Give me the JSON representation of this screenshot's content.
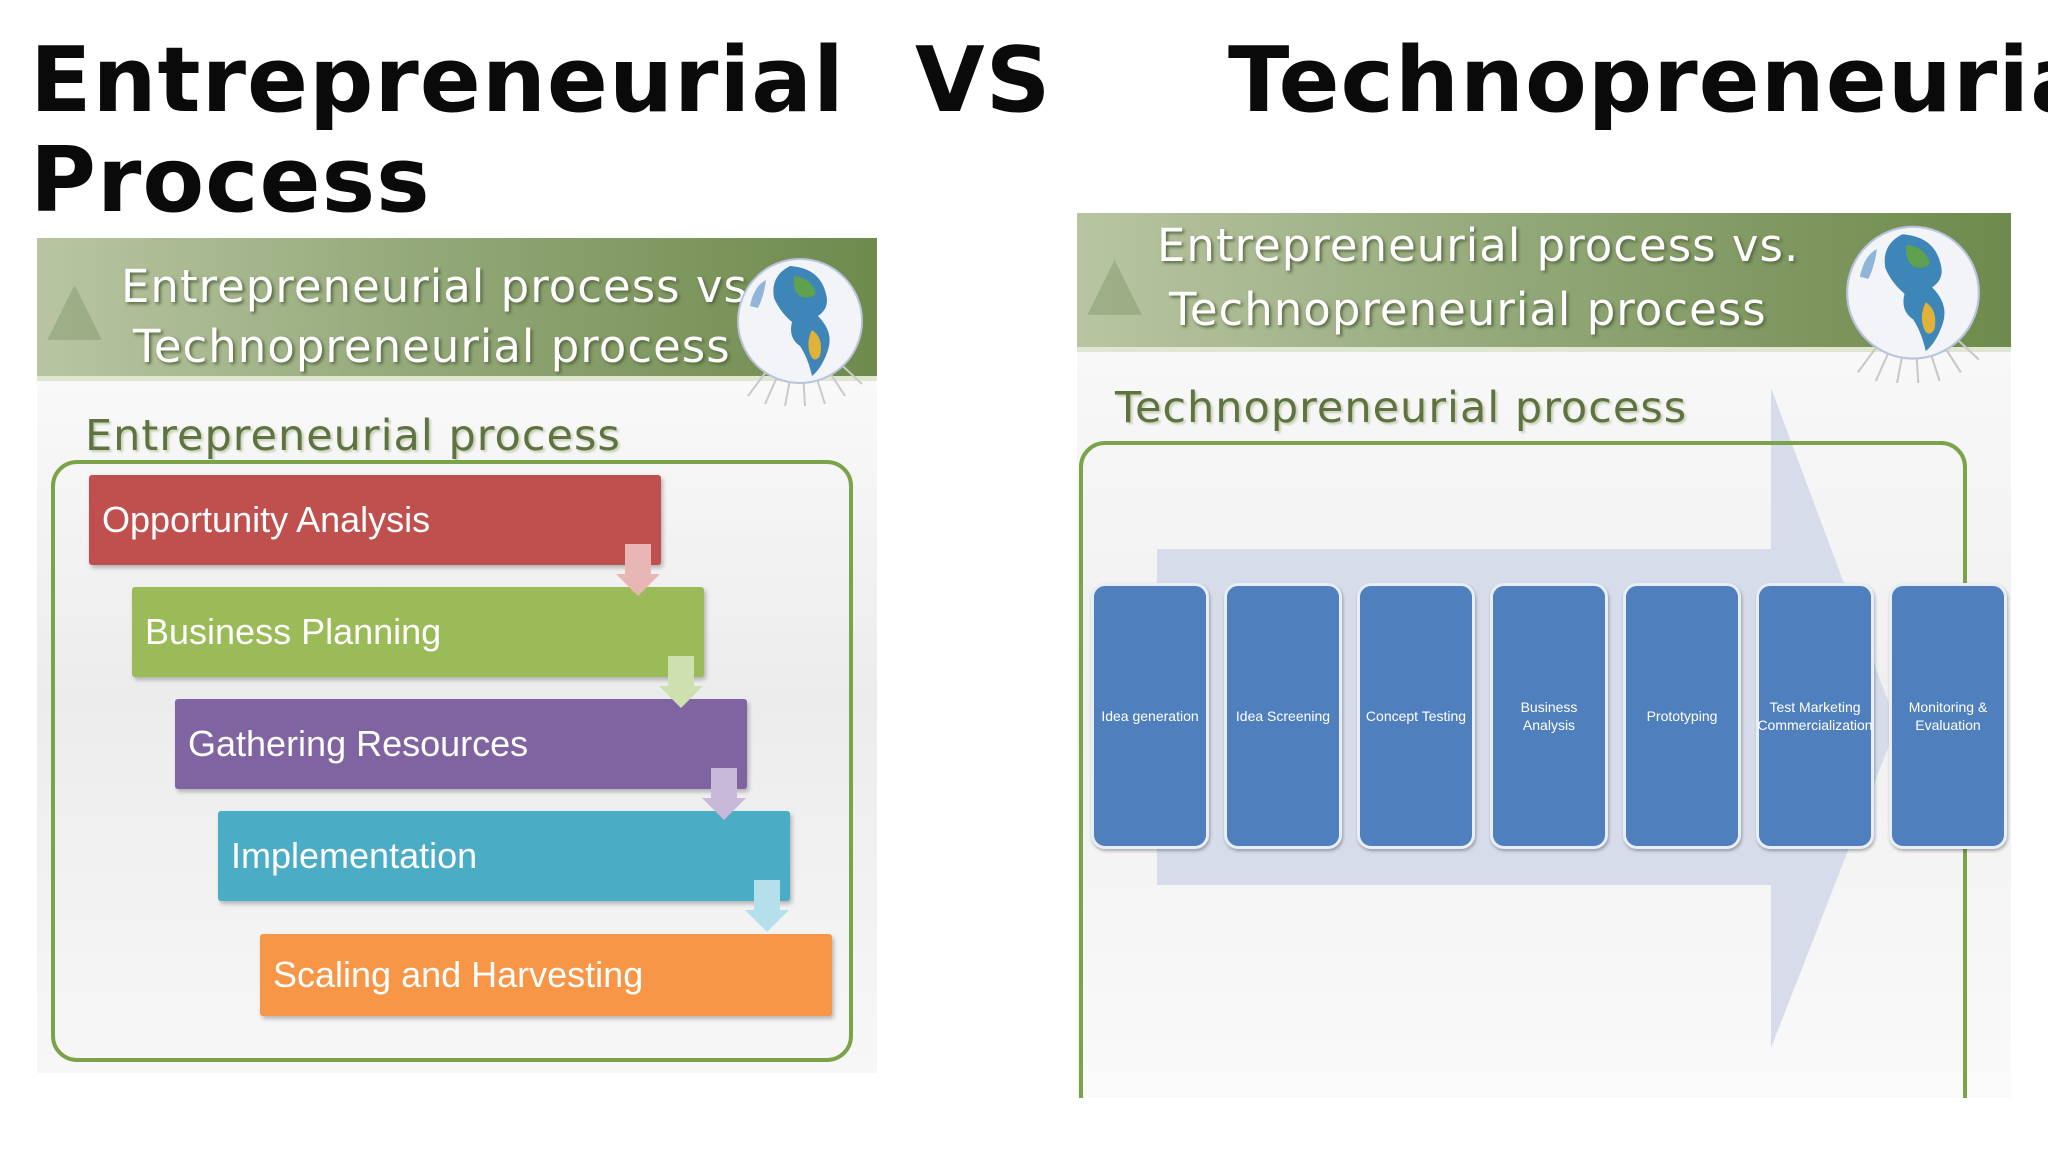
{
  "heading": {
    "left_line1": "Entrepreneurial",
    "left_line2": "Process",
    "vs": "VS",
    "right": "Technopreneurial"
  },
  "left_slide": {
    "banner_line1": "Entrepreneurial process vs.",
    "banner_line2": "Technopreneurial process",
    "section_title": "Entrepreneurial process",
    "steps": [
      {
        "label": "Opportunity Analysis",
        "color": "#c0504d",
        "arrow_color": "#e8b7b5"
      },
      {
        "label": "Business Planning",
        "color": "#9bbb59",
        "arrow_color": "#cfe0b0"
      },
      {
        "label": "Gathering Resources",
        "color": "#8064a2",
        "arrow_color": "#c8b8da"
      },
      {
        "label": "Implementation",
        "color": "#4bacc6",
        "arrow_color": "#b5dfeb"
      },
      {
        "label": "Scaling and Harvesting",
        "color": "#f79646"
      }
    ]
  },
  "right_slide": {
    "banner_line1": "Entrepreneurial process vs.",
    "banner_line2": "Technopreneurial process",
    "section_title": "Technopreneurial process",
    "steps": [
      "Idea generation",
      "Idea Screening",
      "Concept Testing",
      "Business Analysis",
      "Prototyping",
      "Test Marketing Commercialization",
      "Monitoring & Evaluation"
    ],
    "box_color": "#4f7fbd",
    "arrow_color": "#d7dcea"
  }
}
